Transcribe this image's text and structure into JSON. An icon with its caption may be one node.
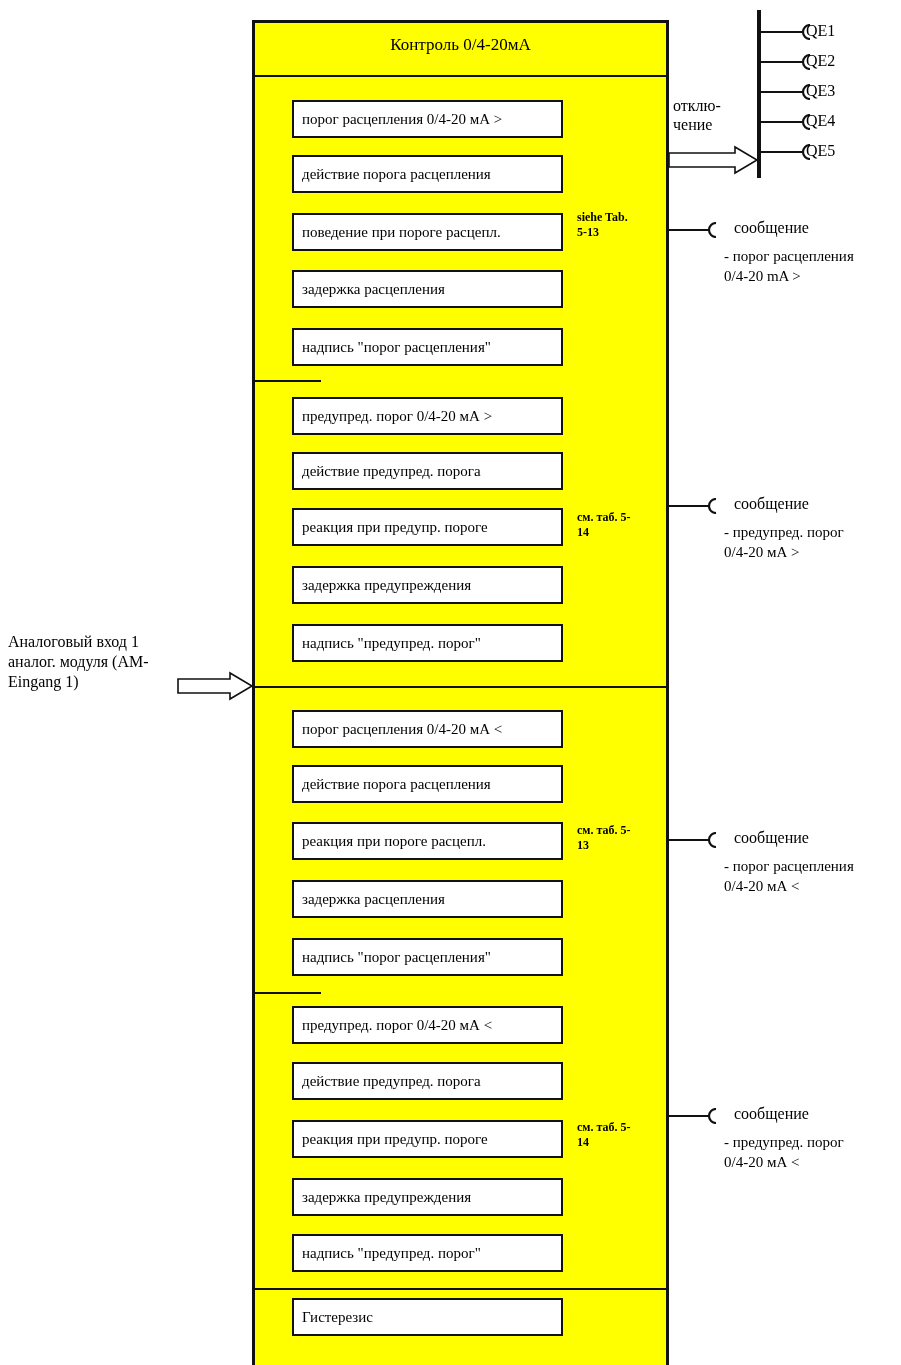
{
  "diagram": {
    "nodes": [
      {
        "text": [
          "Контроль 0/4-20мА"
        ]
      },
      {
        "text": [
          "порог расцепления 0/4-20 мА >"
        ],
        "in": 0
      },
      {
        "text": [
          "действие порога расцепления"
        ],
        "in": 0
      },
      {
        "text": [
          "поведение при пороге расцепл."
        ],
        "in": 0
      },
      {
        "text": [
          "задержка расцепления"
        ],
        "in": 0
      },
      {
        "text": [
          "надпись \"порог расцепления\""
        ],
        "in": 0
      },
      {
        "text": [
          "предупред. порог 0/4-20 мА >"
        ],
        "in": 0
      },
      {
        "text": [
          "действие предупред. порога"
        ],
        "in": 0
      },
      {
        "text": [
          "реакция при предупр. пороге"
        ],
        "in": 0
      },
      {
        "text": [
          "задержка предупреждения"
        ],
        "in": 0
      },
      {
        "text": [
          "надпись \"предупред. порог\""
        ],
        "in": 0
      },
      {
        "text": [
          "порог расцепления 0/4-20 мА <"
        ],
        "in": 0
      },
      {
        "text": [
          "действие порога расцепления"
        ],
        "in": 0
      },
      {
        "text": [
          "реакция при пороге расцепл."
        ],
        "in": 0
      },
      {
        "text": [
          "задержка расцепления"
        ],
        "in": 0
      },
      {
        "text": [
          "надпись \"порог расцепления\""
        ],
        "in": 0
      },
      {
        "text": [
          "предупред. порог 0/4-20 мА <"
        ],
        "in": 0
      },
      {
        "text": [
          "действие предупред. порога"
        ],
        "in": 0
      },
      {
        "text": [
          "реакция при предупр. пороге"
        ],
        "in": 0
      },
      {
        "text": [
          "задержка предупреждения"
        ],
        "in": 0
      },
      {
        "text": [
          "надпись \"предупред. порог\""
        ],
        "in": 0
      },
      {
        "text": [
          "Гистерезис"
        ],
        "in": 0
      },
      {
        "text": [
          "Аналоговый вход 1 аналог. модуля (AM-Eingang 1)"
        ]
      },
      {
        "text": [],
        "shape": "bar"
      },
      {
        "text": [
          "QE1"
        ]
      },
      {
        "text": [
          "QE2"
        ]
      },
      {
        "text": [
          "QE3"
        ]
      },
      {
        "text": [
          "QE4"
        ]
      },
      {
        "text": [
          "QE5"
        ]
      },
      {
        "text": [
          "сообщение",
          "- порог расцепления 0/4-20 mA >"
        ]
      },
      {
        "text": [
          "сообщение",
          "- предупред. порог 0/4-20 мА >"
        ]
      },
      {
        "text": [
          "сообщение",
          "- порог расцепления 0/4-20 мА <"
        ]
      },
      {
        "text": [
          "сообщение",
          "- предупред. порог 0/4-20 мА <"
        ]
      }
    ],
    "edges": [
      {
        "from": 22,
        "to": 0,
        "arrow": "to"
      },
      {
        "from": 0,
        "to": 23,
        "arrow": "to",
        "label": "отклю- чение"
      },
      {
        "from": 23,
        "to": 24,
        "arrow": "other"
      },
      {
        "from": 23,
        "to": 25,
        "arrow": "other"
      },
      {
        "from": 23,
        "to": 26,
        "arrow": "other"
      },
      {
        "from": 23,
        "to": 27,
        "arrow": "other"
      },
      {
        "from": 23,
        "to": 28,
        "arrow": "other"
      },
      {
        "from": 0,
        "to": 29,
        "arrow": "other"
      },
      {
        "from": 0,
        "to": 30,
        "arrow": "other"
      },
      {
        "from": 0,
        "to": 31,
        "arrow": "other"
      },
      {
        "from": 0,
        "to": 32,
        "arrow": "other"
      }
    ],
    "labels": [
      "siehe Tab. 5-13",
      "см. таб. 5-14",
      "см. таб. 5-13",
      "см. таб. 5-14"
    ]
  }
}
